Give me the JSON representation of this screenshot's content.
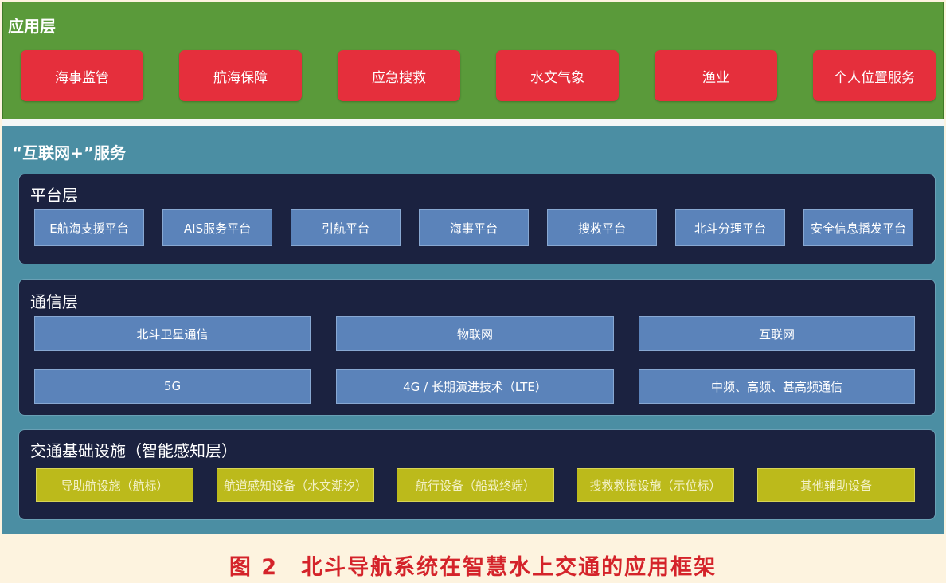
{
  "app_layer": {
    "title": "应用层",
    "items": [
      "海事监管",
      "航海保障",
      "应急搜救",
      "水文气象",
      "渔业",
      "个人位置服务"
    ]
  },
  "internet_service": {
    "title": "“互联网+”服务",
    "platform_layer": {
      "title": "平台层",
      "items": [
        "E航海支援平台",
        "AIS服务平台",
        "引航平台",
        "海事平台",
        "搜救平台",
        "北斗分理平台",
        "安全信息播发平台"
      ]
    },
    "comm_layer": {
      "title": "通信层",
      "items": [
        "北斗卫星通信",
        "物联网",
        "互联网",
        "5G",
        "4G / 长期演进技术（LTE）",
        "中频、高频、甚高频通信"
      ]
    },
    "infra_layer": {
      "title": "交通基础设施（智能感知层）",
      "items": [
        "导助航设施（航标）",
        "航道感知设备（水文潮汐）",
        "航行设备（船载终端）",
        "搜救救援设施（示位标）",
        "其他辅助设备"
      ]
    }
  },
  "caption": "图 2　北斗导航系统在智慧水上交通的应用框架",
  "colors": {
    "app_bg": "#5a9a3a",
    "app_button": "#e52f3c",
    "service_bg": "#4b8ea3",
    "panel_bg": "#1b2240",
    "blue_button": "#5b83ba",
    "olive_button": "#bcba1b",
    "caption": "#d4232a",
    "page_bg": "#fdf3df"
  }
}
